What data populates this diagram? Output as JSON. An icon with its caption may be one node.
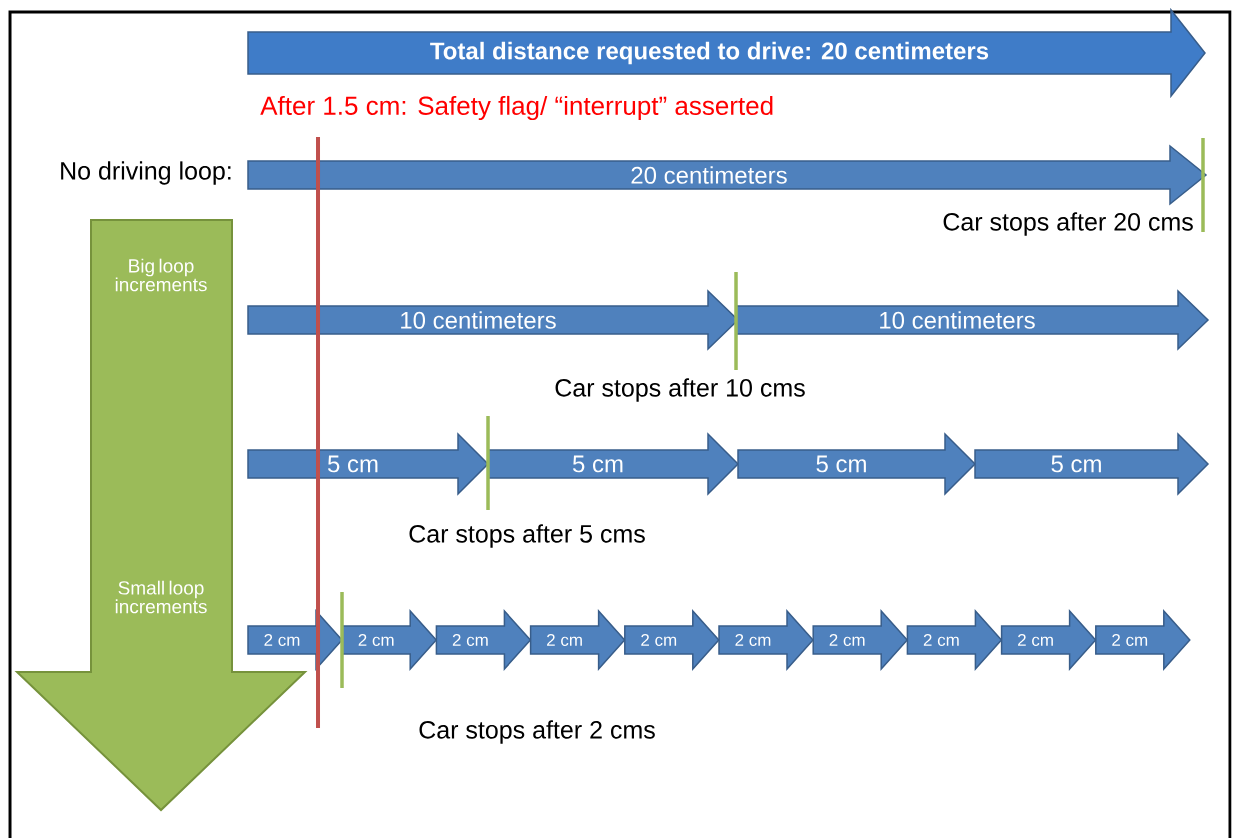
{
  "diagram": {
    "nodes": [
      {
        "text": [
          "Total distance requested to drive: 20 centimeters"
        ]
      },
      {
        "text": [
          "20 centimeters"
        ]
      },
      {
        "text": [
          "10 centimeters"
        ]
      },
      {
        "text": [
          "10 centimeters"
        ]
      },
      {
        "text": [
          "5 cm"
        ]
      },
      {
        "text": [
          "5 cm"
        ]
      },
      {
        "text": [
          "5 cm"
        ]
      },
      {
        "text": [
          "5 cm"
        ]
      },
      {
        "text": [
          "2 cm"
        ]
      },
      {
        "text": [
          "2 cm"
        ]
      },
      {
        "text": [
          "2 cm"
        ]
      },
      {
        "text": [
          "2 cm"
        ]
      },
      {
        "text": [
          "2 cm"
        ]
      },
      {
        "text": [
          "2 cm"
        ]
      },
      {
        "text": [
          "2 cm"
        ]
      },
      {
        "text": [
          "2 cm"
        ]
      },
      {
        "text": [
          "2 cm"
        ]
      },
      {
        "text": [
          "2 cm"
        ]
      },
      {
        "text": [
          "Big loop increments",
          "Small loop increments"
        ]
      }
    ],
    "labels": [
      "After 1.5 cm: Safety flag/ “interrupt” asserted",
      "No driving loop:",
      "Car stops after 20 cms",
      "Car stops after 10 cms",
      "Car stops after 5 cms",
      "Car stops after 2 cms"
    ]
  }
}
